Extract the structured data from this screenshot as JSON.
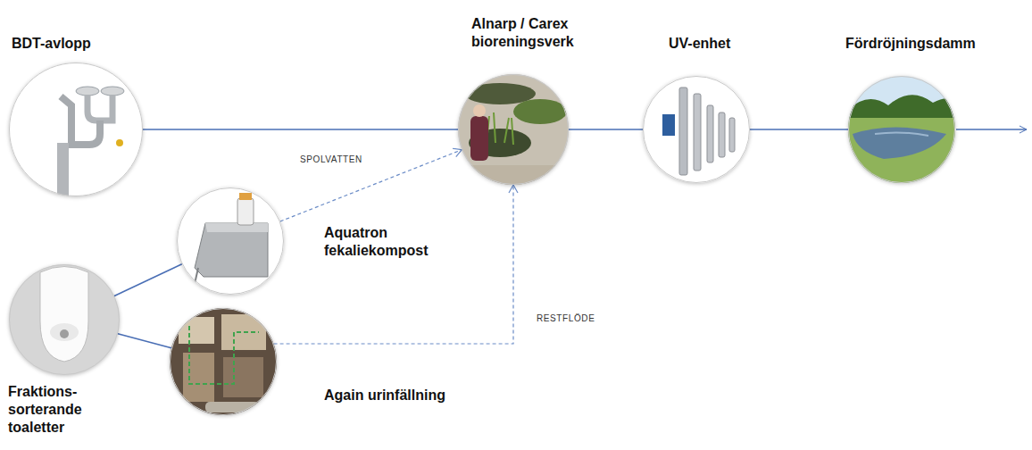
{
  "diagram": {
    "nodes": [
      {
        "text": [
          "BDT-avlopp"
        ]
      },
      {
        "text": [
          "Alnarp / Carex bioreningsverk"
        ]
      },
      {
        "text": [
          "UV-enhet"
        ]
      },
      {
        "text": [
          "Fördröjningsdamm"
        ]
      },
      {
        "text": [
          "Fraktions- sorterande toaletter"
        ]
      },
      {
        "text": [
          "Aquatron fekaliekompost"
        ]
      },
      {
        "text": [
          "Again urinfällning"
        ]
      }
    ],
    "edges": [
      {
        "from": 0,
        "to": 1,
        "arrow": "none"
      },
      {
        "from": 1,
        "to": 2,
        "arrow": "none"
      },
      {
        "from": 2,
        "to": 3,
        "arrow": "none"
      },
      {
        "from": 4,
        "to": 5,
        "arrow": "none"
      },
      {
        "from": 4,
        "to": 6,
        "arrow": "none"
      },
      {
        "from": 5,
        "to": 1,
        "label": "SPOLVATTEN",
        "arrow": "to"
      },
      {
        "from": 6,
        "to": 1,
        "label": "RESTFLÖDE",
        "arrow": "to"
      }
    ]
  }
}
